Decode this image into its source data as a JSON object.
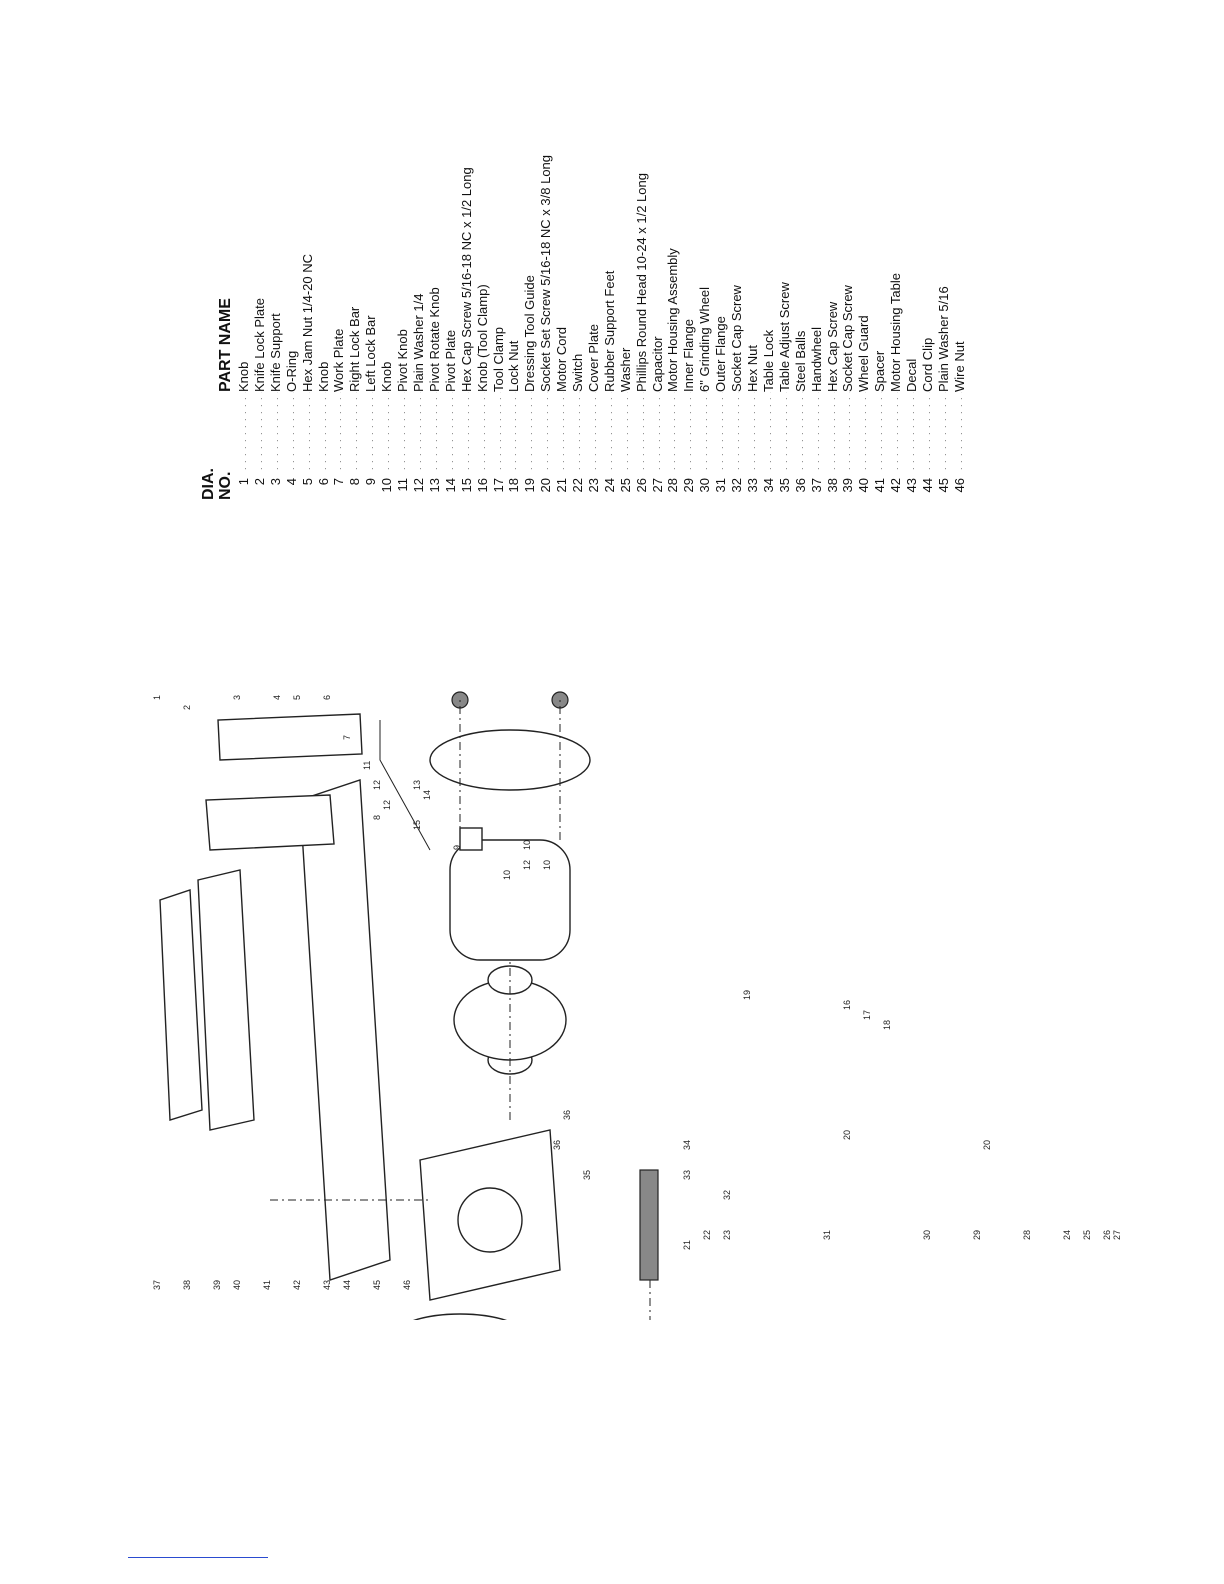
{
  "header": {
    "dia": "DIA.",
    "no": "NO.",
    "part_name": "PART NAME"
  },
  "parts": [
    {
      "no": "1",
      "name": "Knob"
    },
    {
      "no": "2",
      "name": "Knife Lock Plate"
    },
    {
      "no": "3",
      "name": "Knife Support"
    },
    {
      "no": "4",
      "name": "O-Ring"
    },
    {
      "no": "5",
      "name": "Hex Jam Nut 1/4-20 NC"
    },
    {
      "no": "6",
      "name": "Knob"
    },
    {
      "no": "7",
      "name": "Work Plate"
    },
    {
      "no": "8",
      "name": "Right Lock Bar"
    },
    {
      "no": "9",
      "name": "Left Lock Bar"
    },
    {
      "no": "10",
      "name": "Knob"
    },
    {
      "no": "11",
      "name": "Pivot Knob"
    },
    {
      "no": "12",
      "name": "Plain Washer 1/4"
    },
    {
      "no": "13",
      "name": "Pivot Rotate Knob"
    },
    {
      "no": "14",
      "name": "Pivot Plate"
    },
    {
      "no": "15",
      "name": "Hex Cap Screw 5/16-18 NC x 1/2 Long"
    },
    {
      "no": "16",
      "name": "Knob (Tool Clamp)"
    },
    {
      "no": "17",
      "name": "Tool Clamp"
    },
    {
      "no": "18",
      "name": "Lock Nut"
    },
    {
      "no": "19",
      "name": "Dressing Tool Guide"
    },
    {
      "no": "20",
      "name": "Socket Set Screw 5/16-18 NC x 3/8 Long"
    },
    {
      "no": "21",
      "name": "Motor Cord"
    },
    {
      "no": "22",
      "name": "Switch"
    },
    {
      "no": "23",
      "name": "Cover Plate"
    },
    {
      "no": "24",
      "name": "Rubber Support Feet"
    },
    {
      "no": "25",
      "name": "Washer"
    },
    {
      "no": "26",
      "name": "Phillips Round Head 10-24 x 1/2 Long"
    },
    {
      "no": "27",
      "name": "Capacitor"
    },
    {
      "no": "28",
      "name": "Motor Housing Assembly"
    },
    {
      "no": "29",
      "name": "Inner Flange"
    },
    {
      "no": "30",
      "name": "6\" Grinding Wheel"
    },
    {
      "no": "31",
      "name": "Outer Flange"
    },
    {
      "no": "32",
      "name": "Socket Cap Screw"
    },
    {
      "no": "33",
      "name": "Hex Nut"
    },
    {
      "no": "34",
      "name": "Table Lock"
    },
    {
      "no": "35",
      "name": "Table Adjust Screw"
    },
    {
      "no": "36",
      "name": "Steel Balls"
    },
    {
      "no": "37",
      "name": "Handwheel"
    },
    {
      "no": "38",
      "name": "Hex Cap Screw"
    },
    {
      "no": "39",
      "name": "Socket Cap Screw"
    },
    {
      "no": "40",
      "name": "Wheel Guard"
    },
    {
      "no": "41",
      "name": "Spacer"
    },
    {
      "no": "42",
      "name": "Motor Housing Table"
    },
    {
      "no": "43",
      "name": "Decal"
    },
    {
      "no": "44",
      "name": "Cord Clip"
    },
    {
      "no": "45",
      "name": "Plain Washer 5/16"
    },
    {
      "no": "46",
      "name": "Wire Nut"
    }
  ],
  "dots": ". . . . . . . . . . . . . . . .",
  "callouts": [
    "1",
    "2",
    "3",
    "4",
    "5",
    "6",
    "7",
    "8",
    "9",
    "10",
    "10",
    "10",
    "11",
    "12",
    "12",
    "12",
    "13",
    "14",
    "15",
    "16",
    "17",
    "18",
    "19",
    "20",
    "20",
    "21",
    "22",
    "23",
    "24",
    "25",
    "26",
    "27",
    "28",
    "29",
    "30",
    "31",
    "32",
    "33",
    "34",
    "35",
    "36",
    "36",
    "37",
    "38",
    "39",
    "40",
    "41",
    "42",
    "43",
    "44",
    "45",
    "46"
  ]
}
